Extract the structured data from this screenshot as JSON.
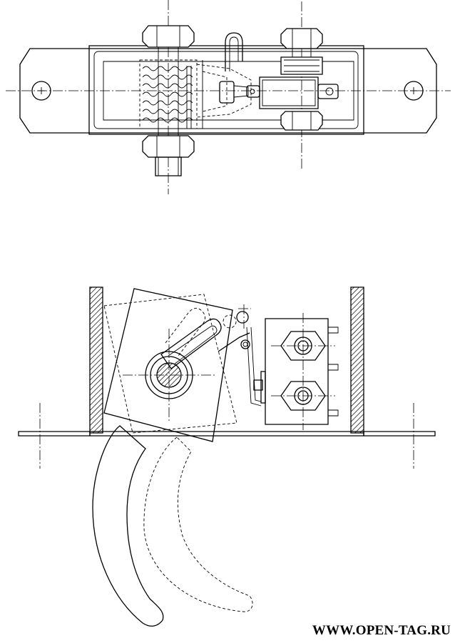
{
  "watermark": {
    "text": "WWW.OPEN-TAG.RU"
  },
  "colors": {
    "ink": "#000000",
    "paper": "#ffffff"
  },
  "views": [
    {
      "id": "top-view"
    },
    {
      "id": "side-view"
    }
  ]
}
